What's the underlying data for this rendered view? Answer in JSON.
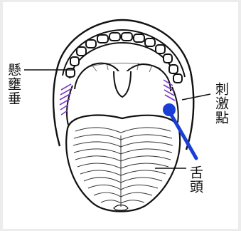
{
  "labels": {
    "uvula": "懸壅垂",
    "stimulation_point": "刺激點",
    "tongue": "舌頭"
  },
  "colors": {
    "paper": "#ffffff",
    "background": "#ececec",
    "ink": "#111111",
    "probe": "#1a3fd6",
    "tonsil_marks": "#7a3cc8"
  }
}
